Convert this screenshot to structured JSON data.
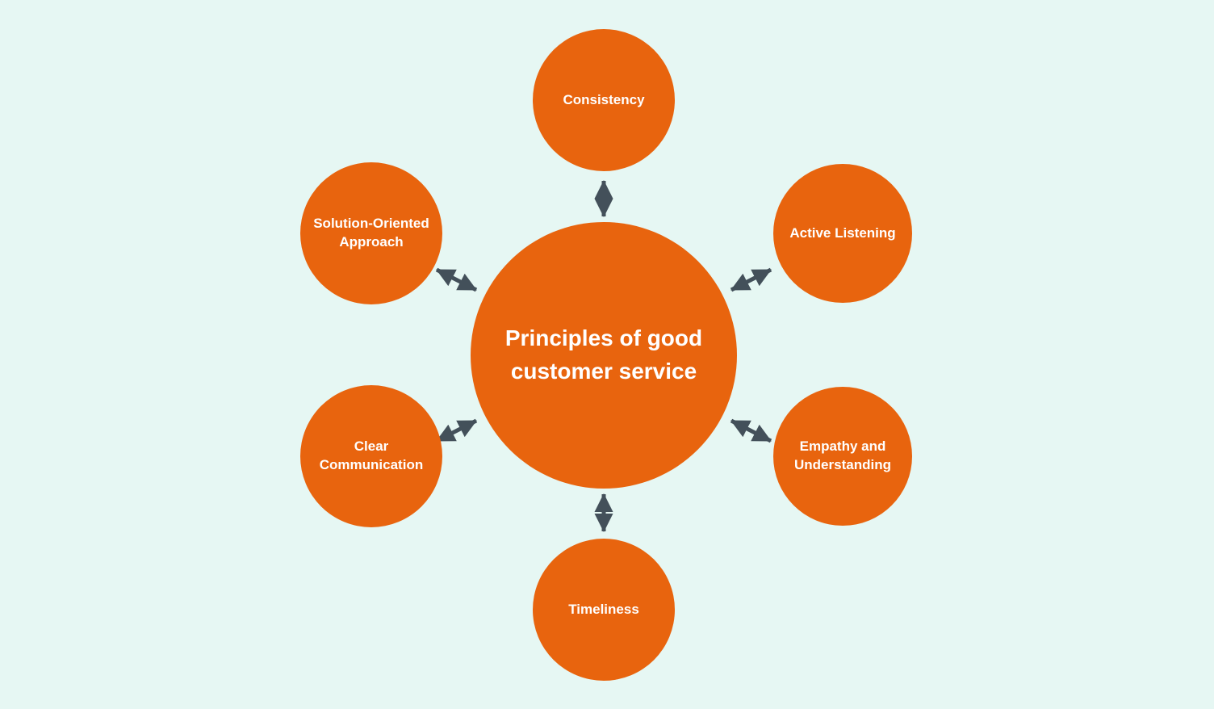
{
  "diagram": {
    "title": "Principles of good customer service",
    "center": {
      "id": "center",
      "label": "Principles of good customer service"
    },
    "nodes": [
      {
        "id": "consistency",
        "label": "Consistency",
        "position": "top"
      },
      {
        "id": "active-listening",
        "label": "Active Listening",
        "position": "top-right"
      },
      {
        "id": "empathy-and-understanding",
        "label": "Empathy and Understanding",
        "position": "bottom-right"
      },
      {
        "id": "timeliness",
        "label": "Timeliness",
        "position": "bottom"
      },
      {
        "id": "clear-communication",
        "label": "Clear Communication",
        "position": "bottom-left"
      },
      {
        "id": "solution-oriented-approach",
        "label": "Solution-Oriented Approach",
        "position": "top-left"
      }
    ],
    "edges": [
      {
        "from": "center",
        "to": "consistency",
        "style": "double-arrow"
      },
      {
        "from": "center",
        "to": "active-listening",
        "style": "double-arrow"
      },
      {
        "from": "center",
        "to": "empathy-and-understanding",
        "style": "double-arrow"
      },
      {
        "from": "center",
        "to": "timeliness",
        "style": "double-arrow"
      },
      {
        "from": "center",
        "to": "clear-communication",
        "style": "double-arrow"
      },
      {
        "from": "center",
        "to": "solution-oriented-approach",
        "style": "double-arrow"
      }
    ]
  },
  "colors": {
    "background": "#e6f7f3",
    "node": "#e8640e",
    "arrow": "#43505a",
    "text": "#ffffff"
  }
}
